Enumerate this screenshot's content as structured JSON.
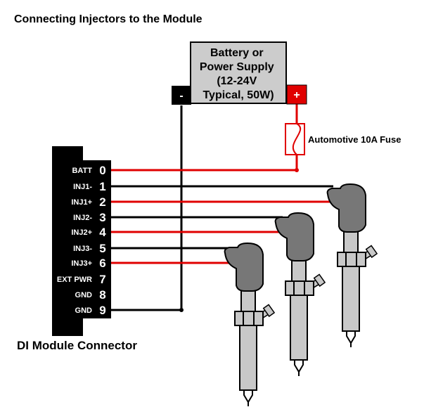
{
  "title": "Connecting Injectors to the Module",
  "power_supply": {
    "lines": [
      "Battery or",
      "Power Supply",
      "(12-24V",
      "Typical, 50W)"
    ],
    "negative_label": "-",
    "positive_label": "+"
  },
  "fuse_label": "Automotive 10A Fuse",
  "connector": {
    "caption": "DI Module Connector",
    "pins": [
      {
        "label": "BATT",
        "number": "0"
      },
      {
        "label": "INJ1-",
        "number": "1"
      },
      {
        "label": "INJ1+",
        "number": "2"
      },
      {
        "label": "INJ2-",
        "number": "3"
      },
      {
        "label": "INJ2+",
        "number": "4"
      },
      {
        "label": "INJ3-",
        "number": "5"
      },
      {
        "label": "INJ3+",
        "number": "6"
      },
      {
        "label": "EXT PWR",
        "number": "7"
      },
      {
        "label": "GND",
        "number": "8"
      },
      {
        "label": "GND",
        "number": "9"
      }
    ]
  },
  "colors": {
    "positive_wire": "#e00000",
    "negative_wire": "#000000",
    "injector_body": "#c8c8c8",
    "injector_head": "#777777",
    "power_box": "#cccccc",
    "positive_terminal": "#e00000",
    "negative_terminal": "#000000"
  }
}
